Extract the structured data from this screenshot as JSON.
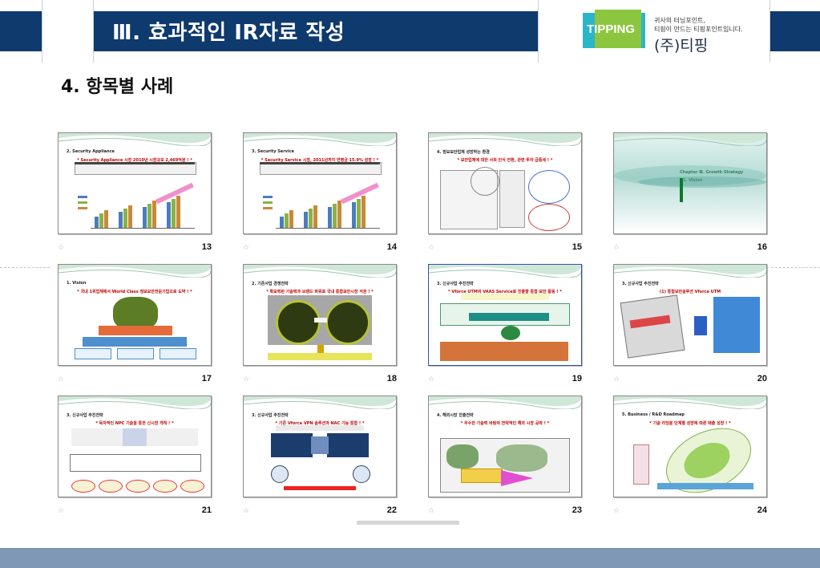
{
  "header": {
    "title": "Ⅲ. 효과적인 IR자료 작성",
    "logo_word": "TIPPING",
    "logo_tagline": "귀사의 터닝포인트,\n티핑이 만드는 티핑포인트입니다.",
    "logo_company": "(주)티핑"
  },
  "section_title": "4. 항목별 사례",
  "slides": [
    {
      "num": "13",
      "title": "2. Security Appliance",
      "subtitle": "* Security Appliance 시장 2010년 시장규모 2,469억원 ! *",
      "kind": "bar"
    },
    {
      "num": "14",
      "title": "3. Security Service",
      "subtitle": "* Security Service 시장, 2011년까지 연평균 15.9% 성장 ! *",
      "kind": "bar"
    },
    {
      "num": "15",
      "title": "4. 정보보안업체 성장하는 환경",
      "subtitle": "* 보안업체에 대한 사회 인식 전환, 관련 투자 급증세 ! *",
      "kind": "docs"
    },
    {
      "num": "16",
      "title": "Chapter Ⅲ. Growth Strategy",
      "subtitle": "1. Vision",
      "kind": "cover"
    },
    {
      "num": "17",
      "title": "1. Vision",
      "subtitle": "* 국내 1위업체에서 World Class 정보보안전문기업으로 도약 ! *",
      "kind": "vision"
    },
    {
      "num": "18",
      "title": "2. 기존사업 경쟁전략",
      "subtitle": "* 확보력된 기술력과 브랜드 파워로 국내 통합보안시장 석권 ! *",
      "kind": "circles"
    },
    {
      "num": "19",
      "title": "3. 신규사업 추진전략",
      "subtitle": "* Vforce UTM의 VAAS Service로 진출할 통합 보안 활동 ! *",
      "kind": "flow"
    },
    {
      "num": "20",
      "title": "3. 신규사업 추진전략",
      "subtitle": "(1) 통합보안솔루션 Vforce UTM",
      "kind": "why"
    },
    {
      "num": "21",
      "title": "3. 신규사업 추진전략",
      "subtitle": "* 독자적인 NPC 기술을 통한 신시장 개척 ! *",
      "kind": "npc"
    },
    {
      "num": "22",
      "title": "3. 신규사업 추진전략",
      "subtitle": "* 기존 Vforce VPN 솔루션과 NAC 기능 통합 ! *",
      "kind": "nac"
    },
    {
      "num": "23",
      "title": "4. 해외시장 진출전략",
      "subtitle": "* 우수한 기술력 바탕의 전략적인 해외 시장 공략 ! *",
      "kind": "map"
    },
    {
      "num": "24",
      "title": "5. Business / R&D Roadmap",
      "subtitle": "* 기술 리딩을 단계별 성장에 따른 매출 성장 ! *",
      "kind": "roadmap"
    }
  ],
  "colors": {
    "header_bg": "#0e3a6e",
    "footer_band": "#7e98b5",
    "accent_red": "#c20000"
  }
}
